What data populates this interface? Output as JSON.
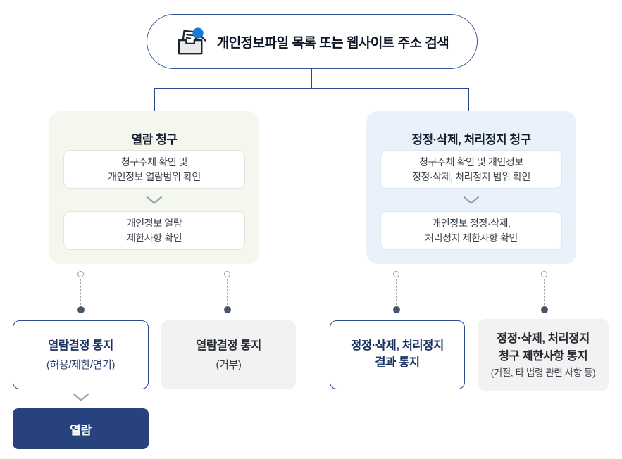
{
  "colors": {
    "navy_border": "#2c4a8c",
    "connector_line": "#2b4a8b",
    "panel_green_bg": "#f3f7ed",
    "panel_blue_bg": "#e9f1fb",
    "gray_box_bg": "#f2f2f2",
    "navy_fill": "#27427c",
    "icon_blue": "#1b79d6",
    "dash_gray": "#9aa2ab"
  },
  "root_node": {
    "icon": "file-search-icon",
    "label": "개인정보파일 목록 또는 웹사이트 주소 검색"
  },
  "panels": [
    {
      "id": "view-request",
      "title": "열람 청구",
      "steps": [
        {
          "lines": [
            "청구주체 확인 및",
            "개인정보 열람범위 확인"
          ]
        },
        {
          "lines": [
            "개인정보 열람",
            "제한사항 확인"
          ]
        }
      ]
    },
    {
      "id": "correction-request",
      "title": "정정·삭제, 처리정지 청구",
      "steps": [
        {
          "lines": [
            "청구주체 확인 및 개인정보",
            "정정·삭제, 처리정지 범위 확인"
          ]
        },
        {
          "lines": [
            "개인정보 정정·삭제,",
            "처리정지 제한사항 확인"
          ]
        }
      ]
    }
  ],
  "results": [
    {
      "variant": "outlined",
      "title_lines": [
        "열람결정 통지"
      ],
      "sub": "(허용/제한/연기)"
    },
    {
      "variant": "gray",
      "title_lines": [
        "열람결정 통지"
      ],
      "sub": "(거부)"
    },
    {
      "variant": "outlined",
      "title_lines": [
        "정정·삭제, 처리정지",
        "결과 통지"
      ],
      "sub": ""
    },
    {
      "variant": "gray",
      "title_lines": [
        "정정·삭제, 처리정지",
        "청구 제한사항 통지"
      ],
      "sub": "(거절, 타 법령 관련 사항 등)"
    }
  ],
  "final_node": {
    "label": "열람"
  }
}
